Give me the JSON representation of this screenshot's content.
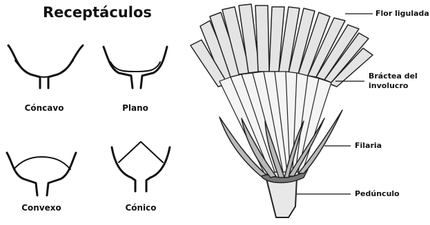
{
  "title": "Receptáculos",
  "receptacles": [
    {
      "label": "Cóncavo"
    },
    {
      "label": "Plano"
    },
    {
      "label": "Convexo"
    },
    {
      "label": "Cónico"
    }
  ],
  "parts": [
    {
      "line1": "Flor ligulada",
      "line2": ""
    },
    {
      "line1": "Bráctea del",
      "line2": "involucro"
    },
    {
      "line1": "Filaria",
      "line2": ""
    },
    {
      "line1": "Pedúnculo",
      "line2": ""
    }
  ]
}
